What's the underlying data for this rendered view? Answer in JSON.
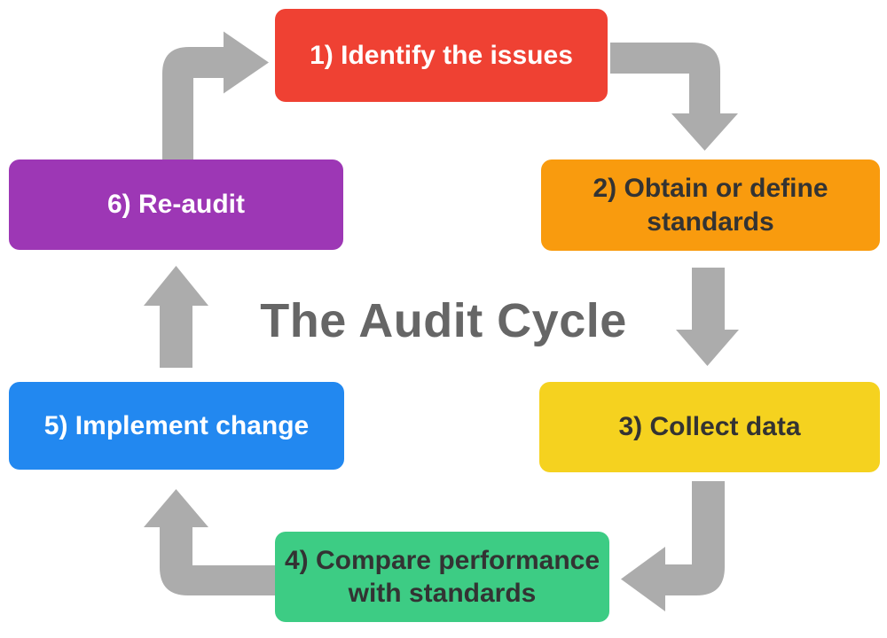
{
  "diagram": {
    "kind": "cycle-flow",
    "background": "#FFFFFF"
  },
  "title": {
    "text": "The Audit Cycle",
    "color": "#666666"
  },
  "steps": [
    {
      "number": 1,
      "label": "1) Identify the issues",
      "bg": "#EF4133",
      "text_color": "#FFFFFF"
    },
    {
      "number": 2,
      "label": "2) Obtain or define\nstandards",
      "bg": "#F99B0E",
      "text_color": "#333333"
    },
    {
      "number": 3,
      "label": "3) Collect data",
      "bg": "#F5D21F",
      "text_color": "#333333"
    },
    {
      "number": 4,
      "label": "4) Compare performance\nwith standards",
      "bg": "#3DCC84",
      "text_color": "#333333"
    },
    {
      "number": 5,
      "label": "5) Implement change",
      "bg": "#2288F0",
      "text_color": "#FFFFFF"
    },
    {
      "number": 6,
      "label": "6) Re-audit",
      "bg": "#9D37B5",
      "text_color": "#FFFFFF"
    }
  ],
  "arrows": {
    "color": "#ACACAC",
    "sequence": [
      "1 to 2",
      "2 to 3",
      "3 to 4",
      "4 to 5",
      "5 to 6",
      "6 to 1"
    ]
  }
}
